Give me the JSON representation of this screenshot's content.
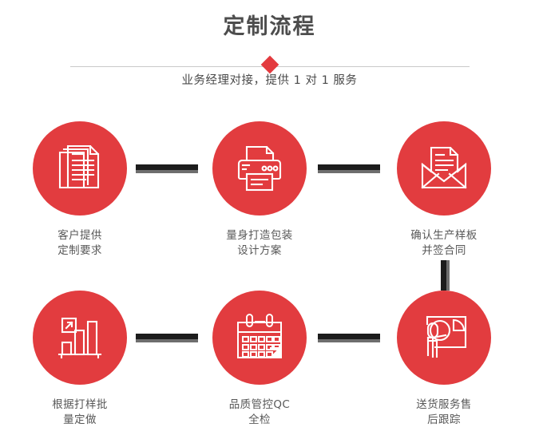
{
  "header": {
    "title": "定制流程",
    "subtitle": "业务经理对接，提供 1 对 1 服务",
    "divider_icon": "diamond-marker",
    "accent_color": "#e33a3e",
    "title_color": "#4d4d4d",
    "divider_color": "#c9c9c9"
  },
  "flow": {
    "connector_color": "#1c1c1c",
    "connector_shadow_color": "#6e6e6e",
    "circle_color": "#e23c3f",
    "label_color": "#585858",
    "steps": [
      {
        "index": 1,
        "icon": "stacked-documents-icon",
        "label": "客户提供\n定制要求",
        "row": 1,
        "column": 1
      },
      {
        "index": 2,
        "icon": "printer-icon",
        "label": "量身打造包装\n设计方案",
        "row": 1,
        "column": 2
      },
      {
        "index": 3,
        "icon": "envelope-letter-icon",
        "label": "确认生产样板\n并签合同",
        "row": 1,
        "column": 3
      },
      {
        "index": 4,
        "icon": "bar-chart-growth-icon",
        "label": "根据打样批\n量定做",
        "row": 2,
        "column": 1
      },
      {
        "index": 5,
        "icon": "calendar-icon",
        "label": "品质管控QC\n全检",
        "row": 2,
        "column": 2
      },
      {
        "index": 6,
        "icon": "presenter-pie-chart-icon",
        "label": "送货服务售\n后跟踪",
        "row": 2,
        "column": 3
      }
    ],
    "connectors": [
      {
        "name": "step1-to-step2",
        "orientation": "horizontal"
      },
      {
        "name": "step2-to-step3",
        "orientation": "horizontal"
      },
      {
        "name": "step3-to-step6",
        "orientation": "vertical"
      },
      {
        "name": "step4-to-step5",
        "orientation": "horizontal"
      },
      {
        "name": "step5-to-step6",
        "orientation": "horizontal"
      }
    ]
  }
}
